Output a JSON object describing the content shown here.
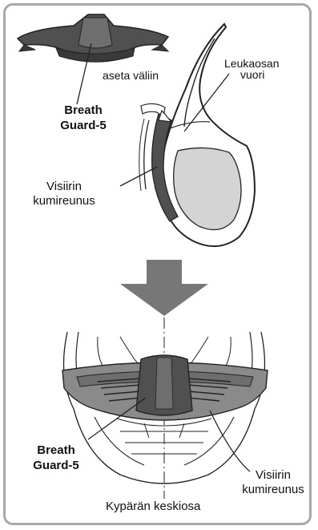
{
  "labels": {
    "place_between": "aseta väliin",
    "chin_lining_line1": "Leukaosan",
    "chin_lining_line2": "vuori",
    "product_top_line1": "Breath",
    "product_top_line2": "Guard-5",
    "visor_seal_top_line1": "Visiirin",
    "visor_seal_top_line2": "kumireunus",
    "product_bottom_line1": "Breath",
    "product_bottom_line2": "Guard-5",
    "visor_seal_bottom_line1": "Visiirin",
    "visor_seal_bottom_line2": "kumireunus",
    "helmet_center": "Kypärän keskiosa"
  },
  "colors": {
    "frame_border": "#a8a8a8",
    "guard_dark": "#505050",
    "guard_mid": "#6e6e6e",
    "seal_gray": "#8a8a8a",
    "lining_light": "#d4d4d4",
    "arrow_gray": "#777777",
    "line": "#222222"
  },
  "icons": [
    "down-arrow-icon"
  ]
}
